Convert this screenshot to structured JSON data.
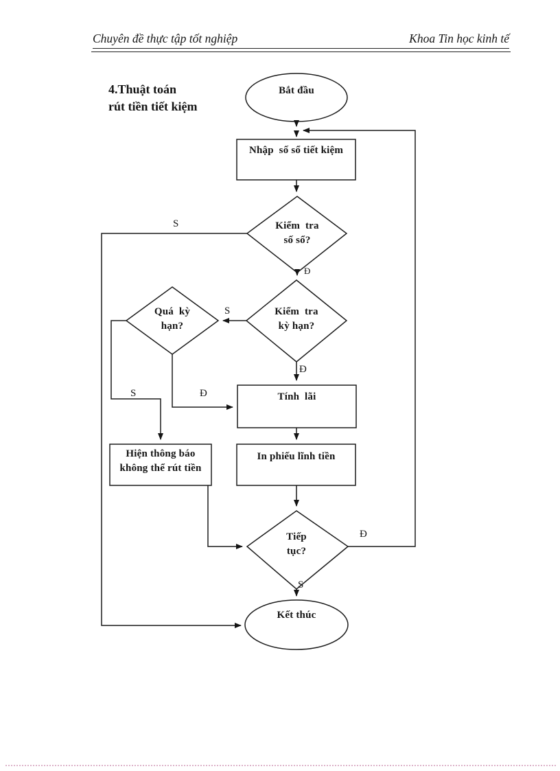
{
  "header": {
    "left": "Chuyên đề thực tập tốt nghiệp",
    "right": "Khoa Tin học kinh tế"
  },
  "section": {
    "title": "4.Thuật toán\nrút tiền tiết kiệm"
  },
  "flowchart": {
    "nodes": {
      "start": "Bắt đầu",
      "input": "Nhập  số sổ tiết kiệm",
      "check_passbook": "Kiểm  tra\nsố sổ?",
      "check_term": "Kiểm  tra\nkỳ hạn?",
      "overdue": "Quá  kỳ\nhạn?",
      "interest": "Tính  lãi",
      "notice": "Hiện thông báo\nkhông thể rút tiền",
      "print": "In phiếu lĩnh tiền",
      "continue": "Tiếp\ntục?",
      "end": "Kết thúc"
    },
    "edge_labels": {
      "check_passbook_no": "S",
      "check_passbook_yes": "Đ",
      "check_term_no": "S",
      "check_term_yes": "Đ",
      "overdue_no": "S",
      "overdue_yes": "Đ",
      "continue_yes": "Đ",
      "continue_no": "S"
    }
  }
}
